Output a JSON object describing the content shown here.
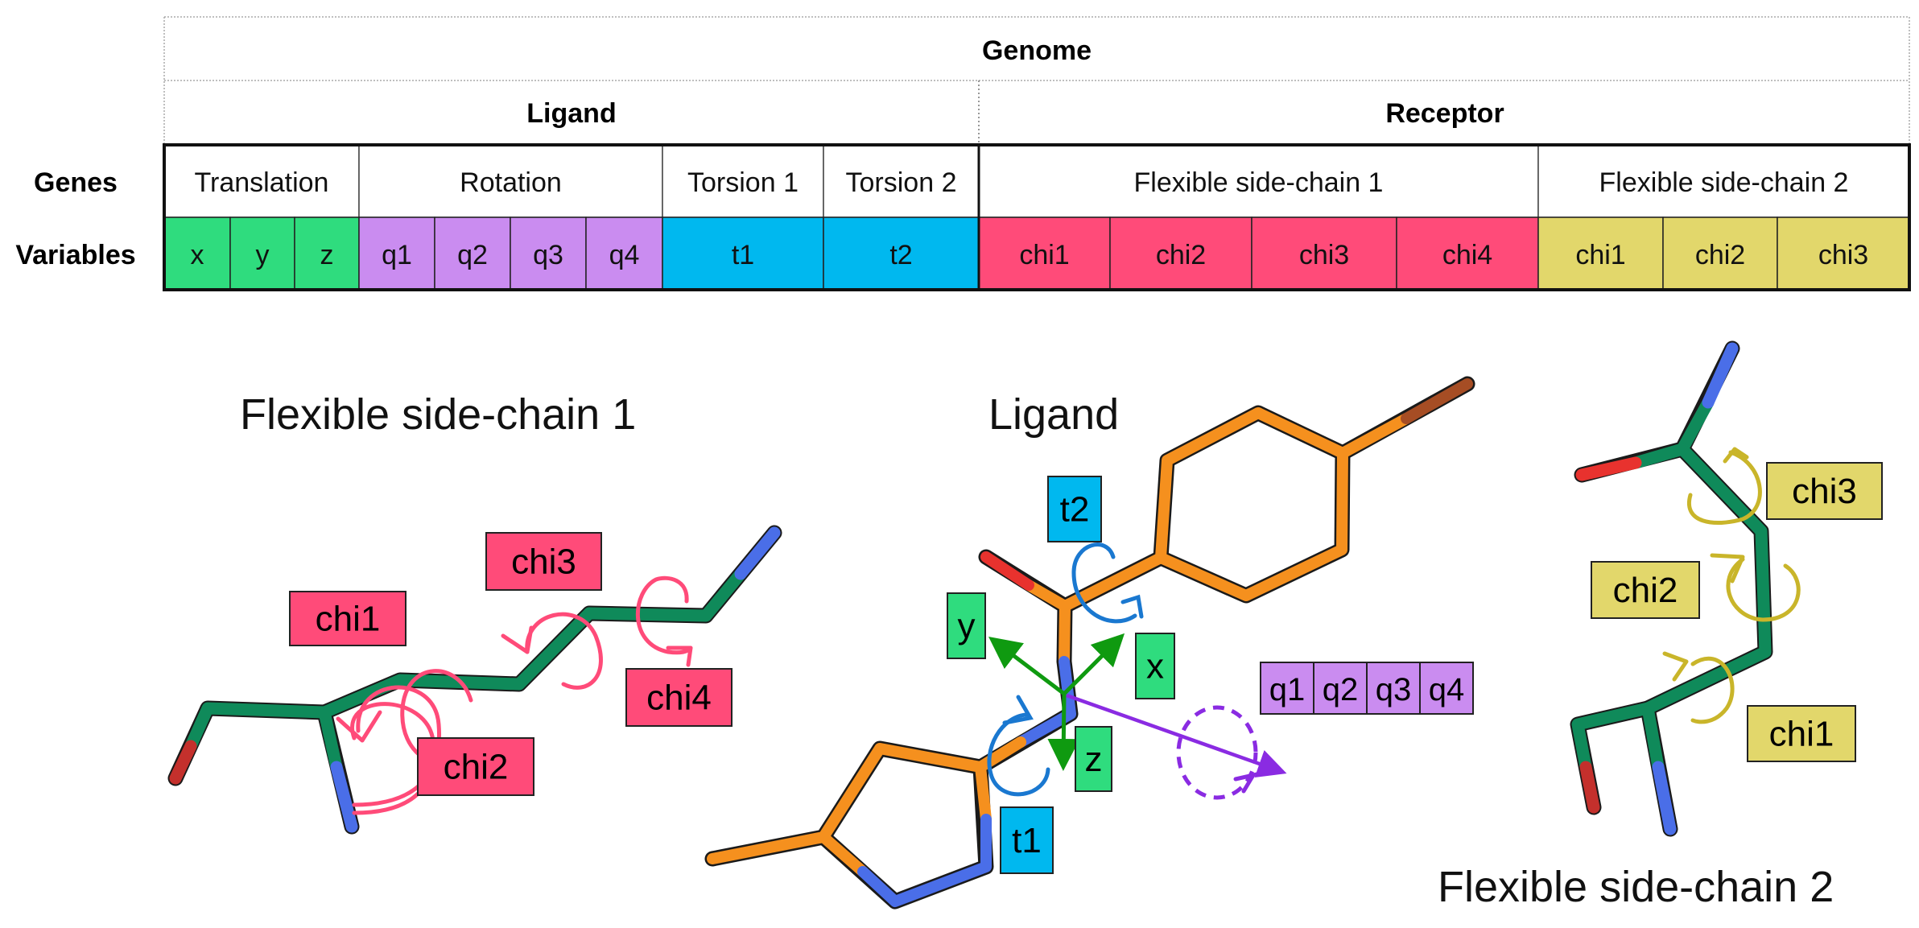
{
  "colors": {
    "translation": "#2fdc7e",
    "rotation": "#ca8cf0",
    "torsion": "#00b8ef",
    "sidechain1": "#ff4b79",
    "sidechain2": "#e2d76b",
    "carbon_receptor": "#0f8a5a",
    "carbon_ligand": "#f5901e",
    "nitrogen": "#4a6ee8",
    "oxygen": "#e8322e",
    "bromine": "#a64d24",
    "axis_arrow": "#0f9a10",
    "torsion_arrow": "#1a78d0",
    "rotation_arrow": "#8a2be2",
    "sc1_arrow": "#ff4b79",
    "sc2_arrow": "#c9b52a"
  },
  "table": {
    "genome_label": "Genome",
    "ligand_label": "Ligand",
    "receptor_label": "Receptor",
    "genes_row_label": "Genes",
    "variables_row_label": "Variables",
    "genes": [
      {
        "label": "Translation",
        "group": "ligand"
      },
      {
        "label": "Rotation",
        "group": "ligand"
      },
      {
        "label": "Torsion 1",
        "group": "ligand"
      },
      {
        "label": "Torsion 2",
        "group": "ligand"
      },
      {
        "label": "Flexible side-chain 1",
        "group": "receptor"
      },
      {
        "label": "Flexible side-chain 2",
        "group": "receptor"
      }
    ],
    "variables": [
      {
        "label": "x",
        "gene": "Translation"
      },
      {
        "label": "y",
        "gene": "Translation"
      },
      {
        "label": "z",
        "gene": "Translation"
      },
      {
        "label": "q1",
        "gene": "Rotation"
      },
      {
        "label": "q2",
        "gene": "Rotation"
      },
      {
        "label": "q3",
        "gene": "Rotation"
      },
      {
        "label": "q4",
        "gene": "Rotation"
      },
      {
        "label": "t1",
        "gene": "Torsion 1"
      },
      {
        "label": "t2",
        "gene": "Torsion 2"
      },
      {
        "label": "chi1",
        "gene": "Flexible side-chain 1"
      },
      {
        "label": "chi2",
        "gene": "Flexible side-chain 1"
      },
      {
        "label": "chi3",
        "gene": "Flexible side-chain 1"
      },
      {
        "label": "chi4",
        "gene": "Flexible side-chain 1"
      },
      {
        "label": "chi1",
        "gene": "Flexible side-chain 2"
      },
      {
        "label": "chi2",
        "gene": "Flexible side-chain 2"
      },
      {
        "label": "chi3",
        "gene": "Flexible side-chain 2"
      }
    ]
  },
  "panels": {
    "sidechain1": {
      "title": "Flexible side-chain 1",
      "tags": [
        "chi1",
        "chi2",
        "chi3",
        "chi4"
      ]
    },
    "ligand": {
      "title": "Ligand",
      "axis_tags": [
        "x",
        "y",
        "z"
      ],
      "torsion_tags": [
        "t1",
        "t2"
      ],
      "rotation_tags": [
        "q1",
        "q2",
        "q3",
        "q4"
      ]
    },
    "sidechain2": {
      "title": "Flexible side-chain 2",
      "tags": [
        "chi1",
        "chi2",
        "chi3"
      ]
    }
  }
}
